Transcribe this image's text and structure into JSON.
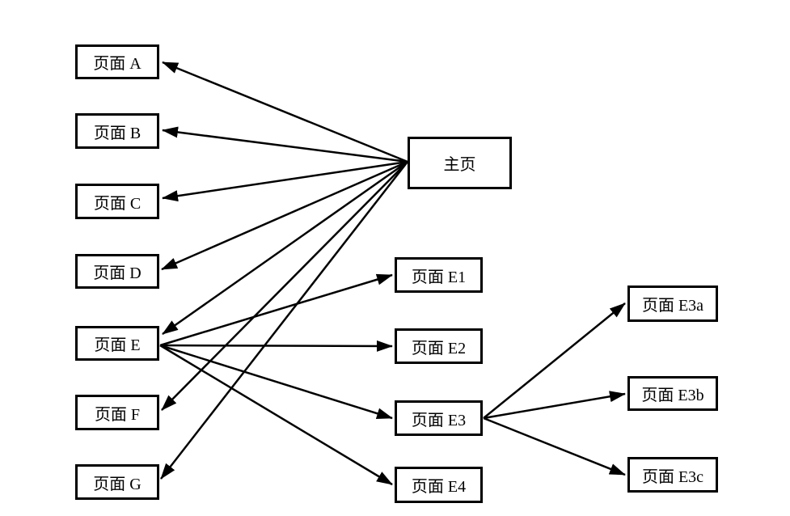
{
  "diagram": {
    "type": "site-map",
    "background": "#ffffff",
    "colors": {
      "line": "#000000",
      "box_border": "#000000",
      "box_fill": "#ffffff",
      "text": "#000000"
    },
    "nodes": {
      "home": {
        "label": "主页"
      },
      "page_a": {
        "label": "页面 A"
      },
      "page_b": {
        "label": "页面 B"
      },
      "page_c": {
        "label": "页面 C"
      },
      "page_d": {
        "label": "页面 D"
      },
      "page_e": {
        "label": "页面 E"
      },
      "page_f": {
        "label": "页面 F"
      },
      "page_g": {
        "label": "页面 G"
      },
      "page_e1": {
        "label": "页面 E1"
      },
      "page_e2": {
        "label": "页面 E2"
      },
      "page_e3": {
        "label": "页面 E3"
      },
      "page_e4": {
        "label": "页面 E4"
      },
      "page_e3a": {
        "label": "页面 E3a"
      },
      "page_e3b": {
        "label": "页面 E3b"
      },
      "page_e3c": {
        "label": "页面 E3c"
      }
    },
    "edges": [
      {
        "from": "home",
        "to": "page_a"
      },
      {
        "from": "home",
        "to": "page_b"
      },
      {
        "from": "home",
        "to": "page_c"
      },
      {
        "from": "home",
        "to": "page_d"
      },
      {
        "from": "home",
        "to": "page_e"
      },
      {
        "from": "home",
        "to": "page_f"
      },
      {
        "from": "home",
        "to": "page_g"
      },
      {
        "from": "page_e",
        "to": "page_e1"
      },
      {
        "from": "page_e",
        "to": "page_e2"
      },
      {
        "from": "page_e",
        "to": "page_e3"
      },
      {
        "from": "page_e",
        "to": "page_e4"
      },
      {
        "from": "page_e3",
        "to": "page_e3a"
      },
      {
        "from": "page_e3",
        "to": "page_e3b"
      },
      {
        "from": "page_e3",
        "to": "page_e3c"
      }
    ]
  }
}
